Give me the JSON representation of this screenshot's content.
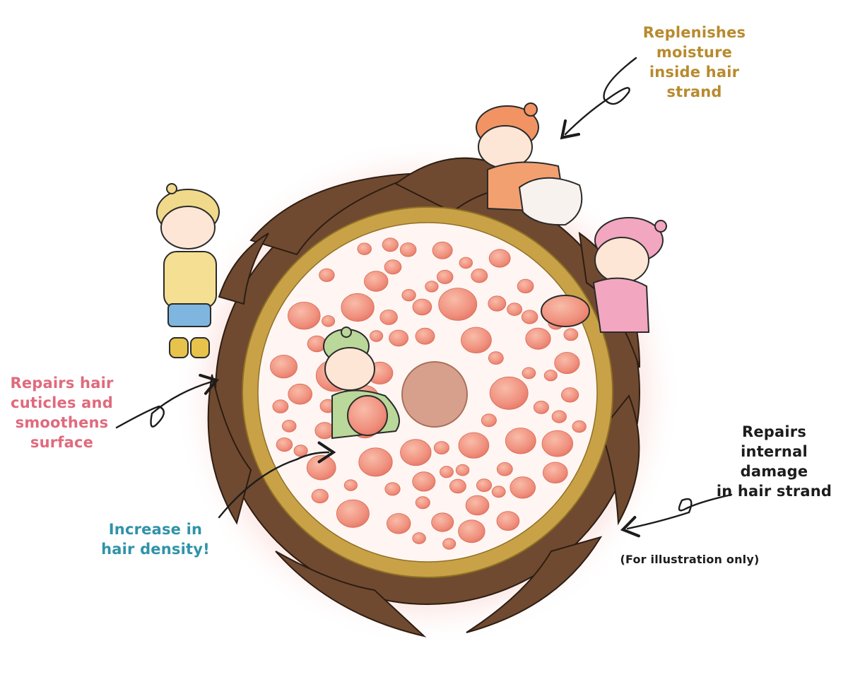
{
  "labels": {
    "moisture": "Replenishes\nmoisture\ninside hair\nstrand",
    "cuticles": "Repairs hair\ncuticles and\nsmoothens\nsurface",
    "internal": "Repairs\ninternal damage\nin hair strand",
    "density": "Increase in\nhair density!",
    "note": "(For illustration only)"
  },
  "colors": {
    "moisture_text": "#b88a2e",
    "cuticles_text": "#e06a7c",
    "internal_text": "#1c1c1c",
    "density_text": "#2f93a8",
    "cuticle_brown": "#6f4a30",
    "cortex_ring": "#c9a247",
    "cell_pink": "#f0907e",
    "medulla": "#d7a08c",
    "glow": "#f6cfc8"
  }
}
